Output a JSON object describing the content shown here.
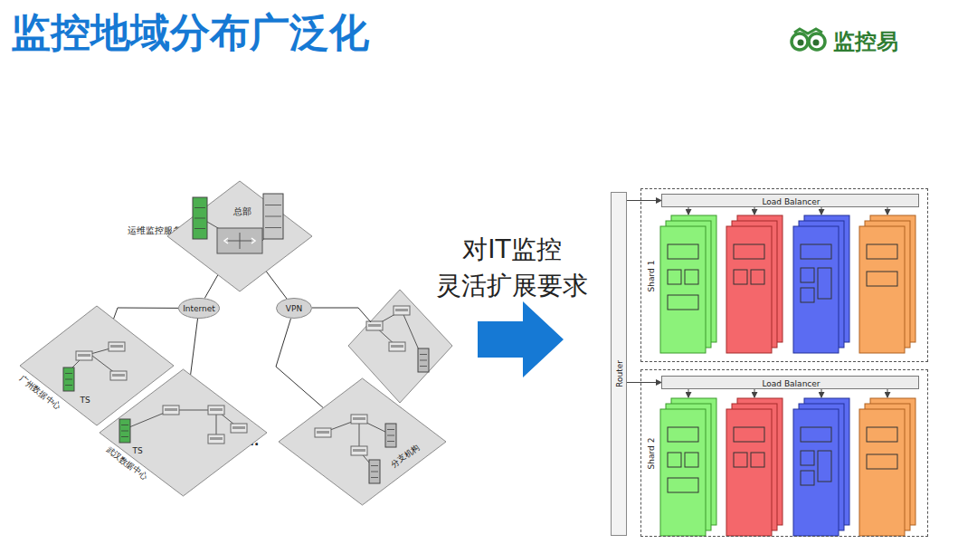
{
  "diagram": {
    "title": "监控地域分布广泛化",
    "nodes": [
      {
        "text": [
          "总部"
        ]
      },
      {
        "text": [
          "Internet"
        ]
      },
      {
        "text": [
          "VPN"
        ]
      },
      {
        "text": [
          "广州数据中心",
          "TS"
        ]
      },
      {
        "text": [
          "武汉数据中心",
          "TS"
        ]
      },
      {
        "text": [
          "分支机构"
        ]
      },
      {
        "text": [
          "Router"
        ]
      },
      {
        "text": [
          "Shard 1"
        ]
      },
      {
        "text": [
          "Load Balancer"
        ],
        "in": 7
      },
      {
        "text": [
          "Shard 2"
        ]
      },
      {
        "text": [
          "Load Balancer"
        ],
        "in": 9
      }
    ],
    "edges": [
      {
        "from": 0,
        "to": 1,
        "arrow": "none"
      },
      {
        "from": 1,
        "to": 3,
        "arrow": "none"
      },
      {
        "from": 1,
        "to": 4,
        "arrow": "none"
      },
      {
        "from": 0,
        "to": 2,
        "arrow": "none"
      },
      {
        "from": 2,
        "to": 5,
        "arrow": "none"
      },
      {
        "from": 6,
        "to": 8,
        "arrow": "to"
      },
      {
        "from": 6,
        "to": 10,
        "arrow": "to"
      }
    ],
    "labels": [
      "监控易",
      "运维监控服务器",
      "........",
      "对IT监控",
      "灵活扩展要求"
    ]
  }
}
